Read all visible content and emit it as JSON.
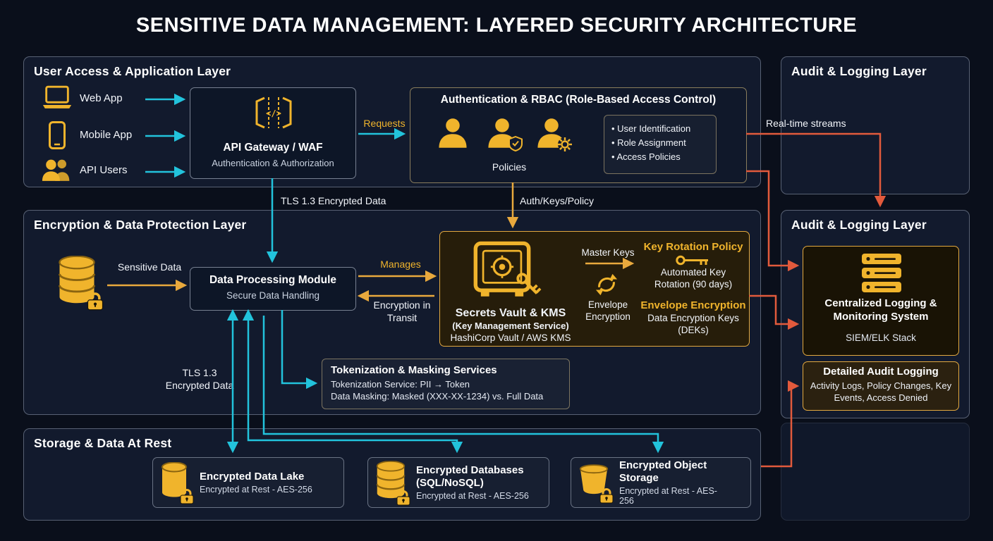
{
  "title": "SENSITIVE DATA MANAGEMENT: LAYERED SECURITY ARCHITECTURE",
  "user_layer": {
    "title": "User Access & Application Layer",
    "web_app": "Web App",
    "mobile_app": "Mobile App",
    "api_users": "API Users",
    "gateway_title": "API Gateway / WAF",
    "gateway_subtitle": "Authentication & Authorization",
    "requests_label": "Requests",
    "rbac_title": "Authentication & RBAC (Role-Based Access Control)",
    "policies_label": "Policies",
    "bullets": [
      "• User Identification",
      "• Role Assignment",
      "• Access Policies"
    ]
  },
  "audit_top": {
    "title": "Audit & Logging Layer",
    "realtime_label": "Real-time streams"
  },
  "labels": {
    "tls_top": "TLS 1.3 Encrypted Data",
    "auth_keys": "Auth/Keys/Policy",
    "tls_left": "TLS 1.3 Encrypted Data"
  },
  "enc_layer": {
    "title": "Encryption & Data Protection Layer",
    "sensitive_label": "Sensitive Data",
    "dpm_title": "Data Processing Module",
    "dpm_subtitle": "Secure Data Handling",
    "manages_label": "Manages",
    "transit_label": "Encryption in Transit",
    "vault": {
      "title": "Secrets Vault & KMS",
      "sub1": "(Key Management Service)",
      "sub2": "HashiCorp Vault / AWS KMS",
      "master_keys": "Master Keys",
      "rotation_title": "Key Rotation Policy",
      "rotation_desc": "Automated Key Rotation (90 days)",
      "envelope_label": "Envelope Encryption",
      "envelope_title": "Envelope Encryption",
      "envelope_desc": "Data Encryption Keys (DEKs)"
    },
    "tokenization": {
      "title": "Tokenization & Masking Services",
      "line1": "Tokenization Service: PII → Token",
      "line2": "Data Masking: Masked (XXX-XX-1234) vs. Full Data"
    }
  },
  "audit_main": {
    "title": "Audit & Logging Layer",
    "logging_title": "Centralized Logging & Monitoring System",
    "logging_sub": "SIEM/ELK Stack",
    "detail_title": "Detailed Audit Logging",
    "detail_desc": "Activity Logs, Policy Changes, Key Events, Access Denied"
  },
  "storage": {
    "title": "Storage & Data At Rest",
    "items": [
      {
        "title": "Encrypted Data Lake",
        "subtitle": "Encrypted at Rest - AES-256"
      },
      {
        "title": "Encrypted Databases (SQL/NoSQL)",
        "subtitle": "Encrypted at Rest - AES-256"
      },
      {
        "title": "Encrypted Object Storage",
        "subtitle": "Encrypted at Rest - AES-256"
      }
    ]
  },
  "icons": {
    "laptop-icon": "laptop",
    "mobile-icon": "smartphone",
    "users-icon": "user-group",
    "gateway-icon": "api-gateway-code-brackets",
    "user-icon": "person",
    "user-shield-icon": "person-with-shield",
    "user-gear-icon": "person-with-gear",
    "database-lock-icon": "database-with-padlock",
    "safe-icon": "vault-safe",
    "keys-icon": "key",
    "key-rotation-icon": "horizontal-key",
    "cycle-icon": "rotation-arrows",
    "server-stack-icon": "server-rack",
    "lock-icon": "padlock",
    "bucket-icon": "storage-bucket"
  },
  "colors": {
    "background": "#0a0f1b",
    "panel": "#121a2d",
    "gold": "#f0b42c",
    "cyan": "#22c3dc",
    "orange": "#e25a3c",
    "text": "#ffffff",
    "muted": "#c9d2e0"
  }
}
